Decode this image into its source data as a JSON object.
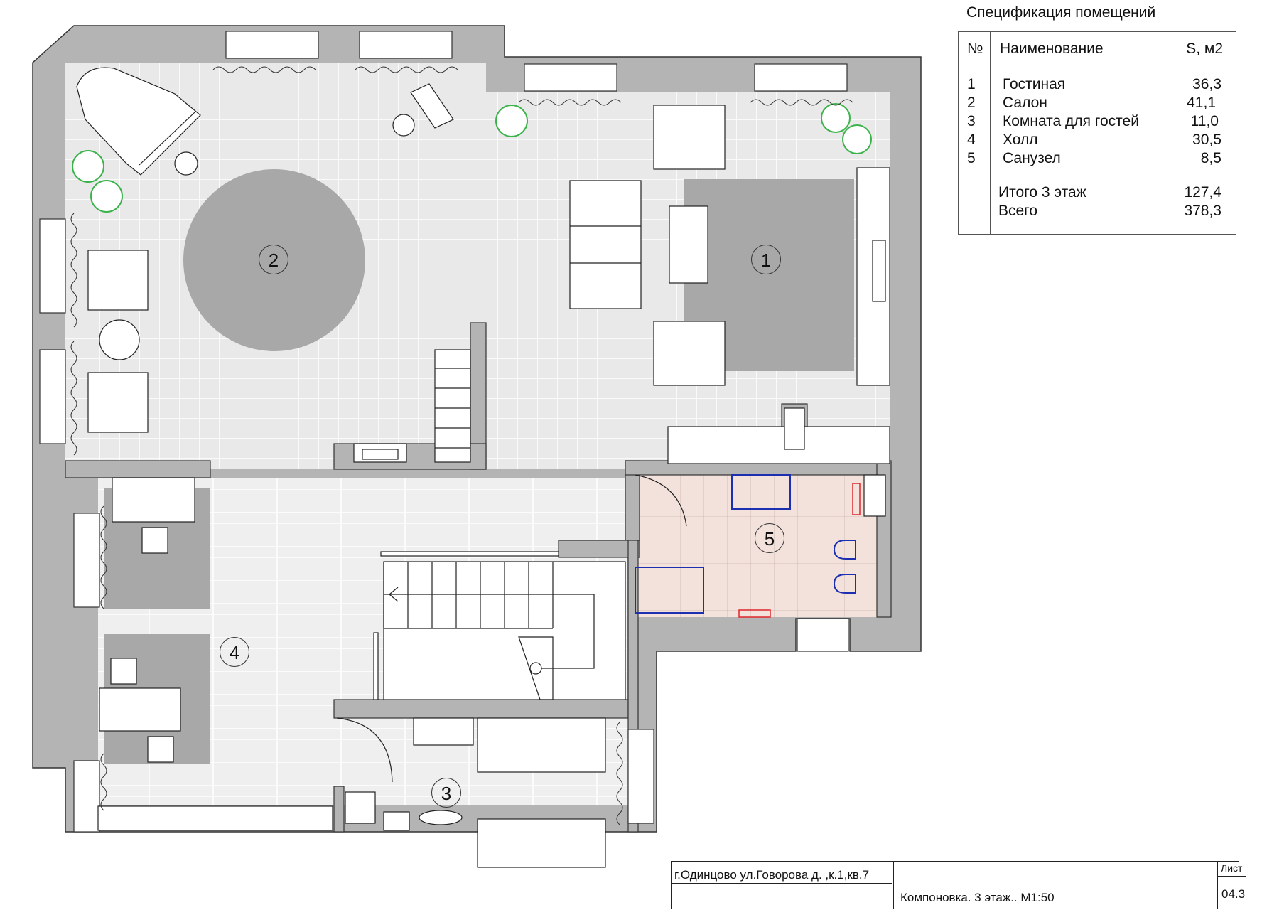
{
  "spec": {
    "title": "Спецификация помещений",
    "headers": {
      "num": "№",
      "name": "Наименование",
      "area": "S, м2"
    },
    "rooms": [
      {
        "num": "1",
        "name": "Гостиная",
        "area": "36,3"
      },
      {
        "num": "2",
        "name": "Салон",
        "area": "41,1"
      },
      {
        "num": "3",
        "name": "Комната для гостей",
        "area": "11,0"
      },
      {
        "num": "4",
        "name": "Холл",
        "area": "30,5"
      },
      {
        "num": "5",
        "name": "Санузел",
        "area": "8,5"
      }
    ],
    "totals": [
      {
        "label": "Итого 3 этаж",
        "value": "127,4"
      },
      {
        "label": "Всего",
        "value": "378,3"
      }
    ]
  },
  "plan": {
    "room_labels": [
      "1",
      "2",
      "3",
      "4",
      "5"
    ],
    "colors": {
      "wall": "#b4b4b4",
      "wall_stroke": "#333333",
      "tile_floor": "#e9e9e9",
      "plank_floor": "#efefef",
      "bath_floor": "#f3e2dc",
      "rug": "#a8a8a8",
      "plant": "#3bb34a",
      "fixture": "#1c2fb0",
      "radiator": "#e0262b"
    }
  },
  "stamp": {
    "address": "г.Одинцово ул.Говорова д.     ,к.1,кв.7",
    "title": "Компоновка. 3 этаж.. М1:50",
    "sheet_label": "Лист",
    "sheet_number": "04.3"
  }
}
